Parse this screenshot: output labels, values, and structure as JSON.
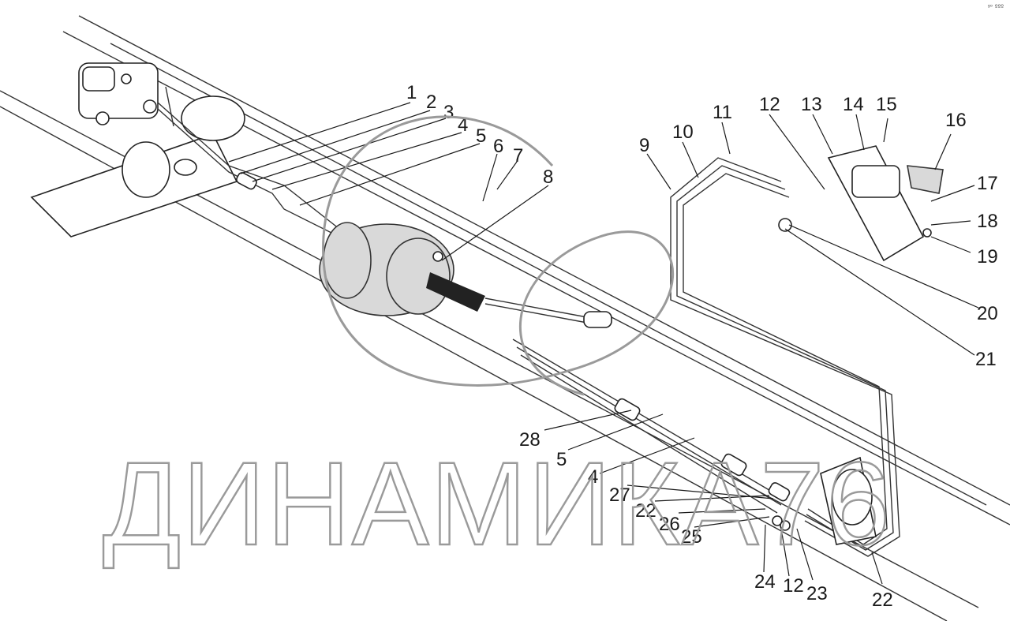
{
  "callouts": [
    {
      "id": "c1",
      "label": "1"
    },
    {
      "id": "c2",
      "label": "2"
    },
    {
      "id": "c3",
      "label": "3"
    },
    {
      "id": "c4",
      "label": "4"
    },
    {
      "id": "c5",
      "label": "5"
    },
    {
      "id": "c6",
      "label": "6"
    },
    {
      "id": "c7",
      "label": "7"
    },
    {
      "id": "c8",
      "label": "8"
    },
    {
      "id": "c9",
      "label": "9"
    },
    {
      "id": "c10",
      "label": "10"
    },
    {
      "id": "c11",
      "label": "11"
    },
    {
      "id": "c12",
      "label": "12"
    },
    {
      "id": "c13",
      "label": "13"
    },
    {
      "id": "c14",
      "label": "14"
    },
    {
      "id": "c15",
      "label": "15"
    },
    {
      "id": "c16",
      "label": "16"
    },
    {
      "id": "c17",
      "label": "17"
    },
    {
      "id": "c18",
      "label": "18"
    },
    {
      "id": "c19",
      "label": "19"
    },
    {
      "id": "c20",
      "label": "20"
    },
    {
      "id": "c21",
      "label": "21"
    },
    {
      "id": "c28",
      "label": "28"
    },
    {
      "id": "c5b",
      "label": "5"
    },
    {
      "id": "c4b",
      "label": "4"
    },
    {
      "id": "c27",
      "label": "27"
    },
    {
      "id": "c22a",
      "label": "22"
    },
    {
      "id": "c26",
      "label": "26"
    },
    {
      "id": "c25",
      "label": "25"
    },
    {
      "id": "c24",
      "label": "24"
    },
    {
      "id": "c12b",
      "label": "12"
    },
    {
      "id": "c23",
      "label": "23"
    },
    {
      "id": "c22b",
      "label": "22"
    }
  ],
  "watermark": {
    "text": "ДИНАМИКА76",
    "color": "#9a9a9a"
  },
  "corner_mark": "ᵍᵒ ººº",
  "colors": {
    "line": "#1a1a1a",
    "fill_gray": "#d9d9d9",
    "watermark": "#9a9a9a"
  }
}
